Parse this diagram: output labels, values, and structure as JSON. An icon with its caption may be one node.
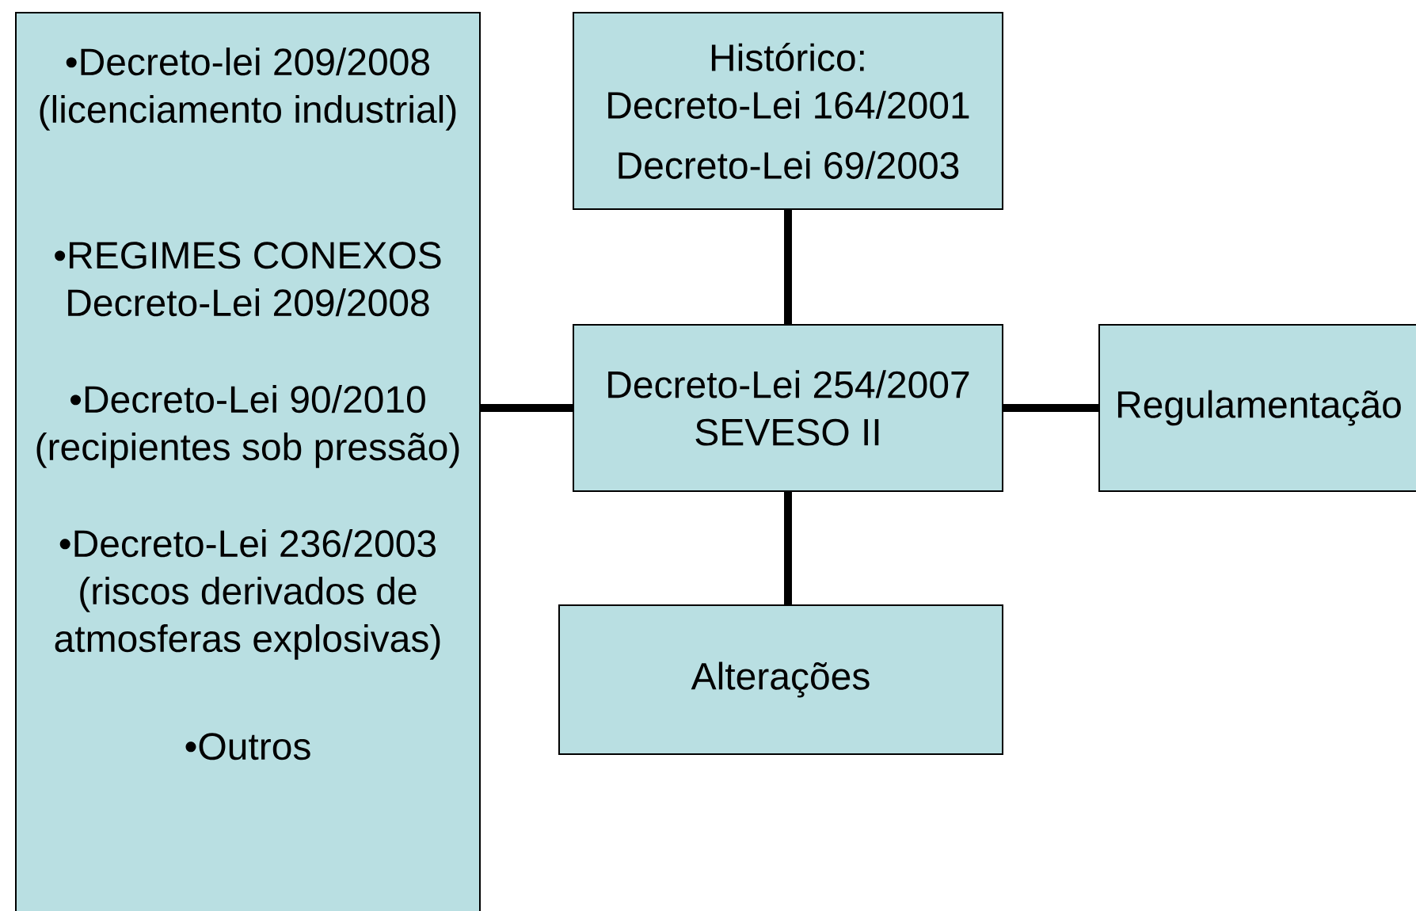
{
  "diagram": {
    "nodes": [
      {
        "text": [
          "•Decreto-lei 209/2008 (licenciamento industrial)",
          "•REGIMES CONEXOS Decreto-Lei 209/2008",
          "•Decreto-Lei 90/2010 (recipientes sob pressão)",
          "•Decreto-Lei 236/2003 (riscos derivados de atmosferas explosivas)",
          "•Outros"
        ]
      },
      {
        "text": [
          "Histórico:",
          "Decreto-Lei 164/2001",
          "Decreto-Lei 69/2003"
        ]
      },
      {
        "text": [
          "Decreto-Lei 254/2007 SEVESO II"
        ]
      },
      {
        "text": [
          "Regulamentação"
        ]
      },
      {
        "text": [
          "Alterações"
        ]
      }
    ],
    "edges": [
      {
        "from": 2,
        "to": 1,
        "arrow": "none"
      },
      {
        "from": 2,
        "to": 0,
        "arrow": "none"
      },
      {
        "from": 2,
        "to": 3,
        "arrow": "none"
      },
      {
        "from": 2,
        "to": 4,
        "arrow": "none"
      }
    ]
  }
}
